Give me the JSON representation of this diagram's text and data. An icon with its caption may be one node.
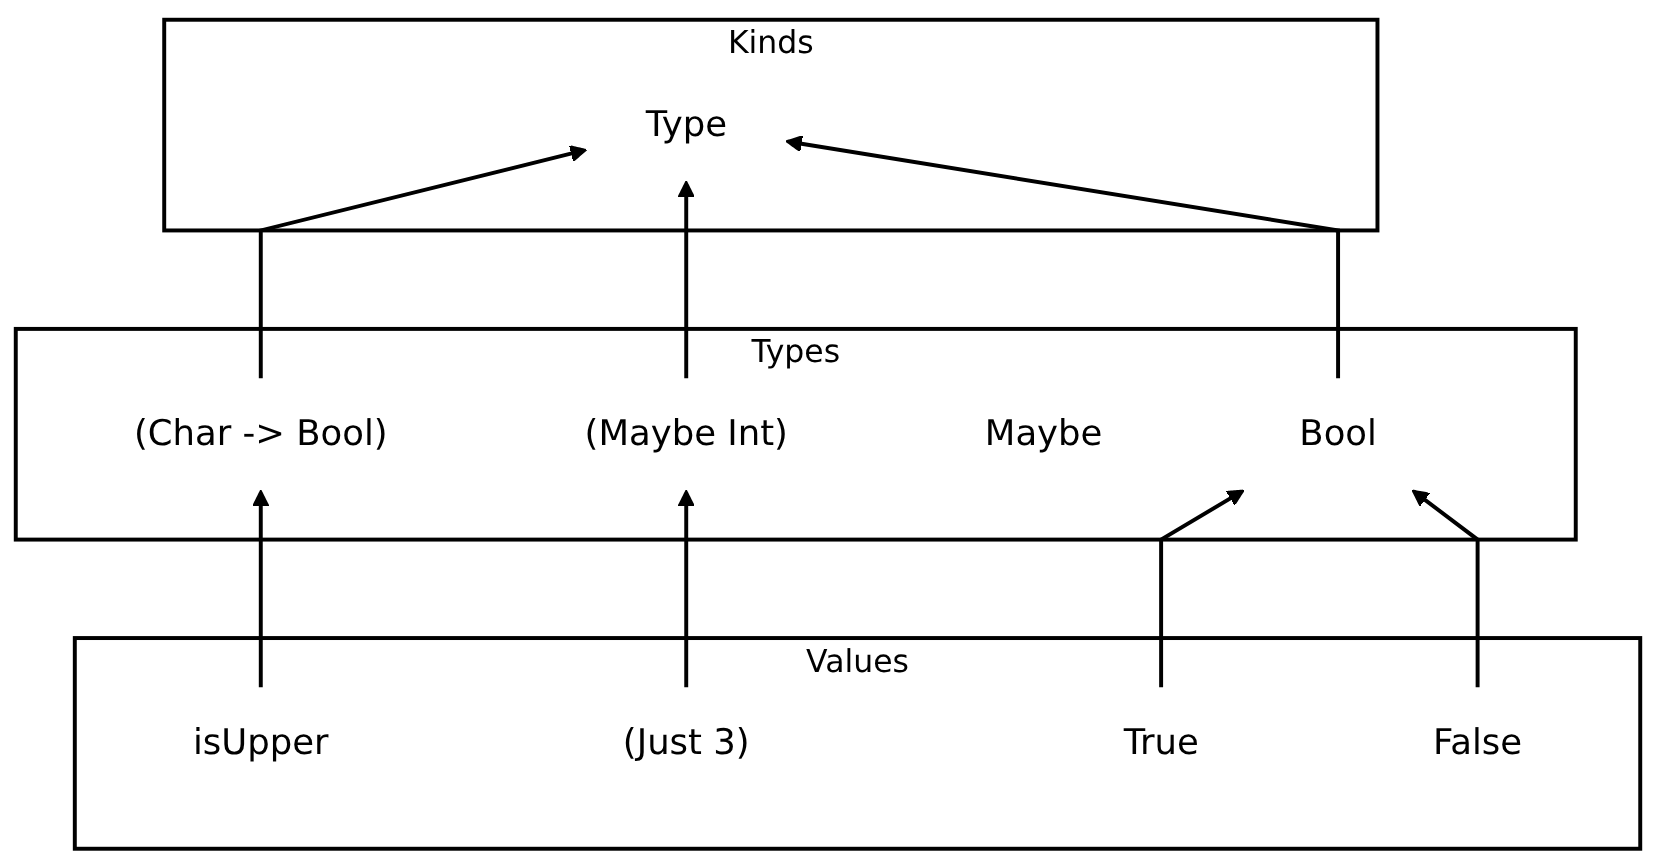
{
  "diagram": {
    "nodes": [
      {
        "text": [
          "Kinds"
        ]
      },
      {
        "text": [
          "Type"
        ],
        "in": 0
      },
      {
        "text": [
          "Types"
        ]
      },
      {
        "text": [
          "(Char -> Bool)"
        ],
        "in": 2
      },
      {
        "text": [
          "Bool"
        ],
        "in": 2
      },
      {
        "text": [
          "Maybe"
        ],
        "in": 2
      },
      {
        "text": [
          "(Maybe Int)"
        ],
        "in": 2
      },
      {
        "text": [
          "Values"
        ]
      },
      {
        "text": [
          "isUpper"
        ],
        "in": 7
      },
      {
        "text": [
          "False"
        ],
        "in": 7
      },
      {
        "text": [
          "(Just 3)"
        ],
        "in": 7
      },
      {
        "text": [
          "True"
        ],
        "in": 7
      }
    ],
    "edges": [
      {
        "from": 3,
        "to": 1,
        "arrow": "to"
      },
      {
        "from": 6,
        "to": 1,
        "arrow": "to"
      },
      {
        "from": 4,
        "to": 1,
        "arrow": "to"
      },
      {
        "from": 8,
        "to": 3,
        "arrow": "to"
      },
      {
        "from": 10,
        "to": 6,
        "arrow": "to"
      },
      {
        "from": 11,
        "to": 4,
        "arrow": "to"
      },
      {
        "from": 9,
        "to": 4,
        "arrow": "to"
      }
    ]
  }
}
